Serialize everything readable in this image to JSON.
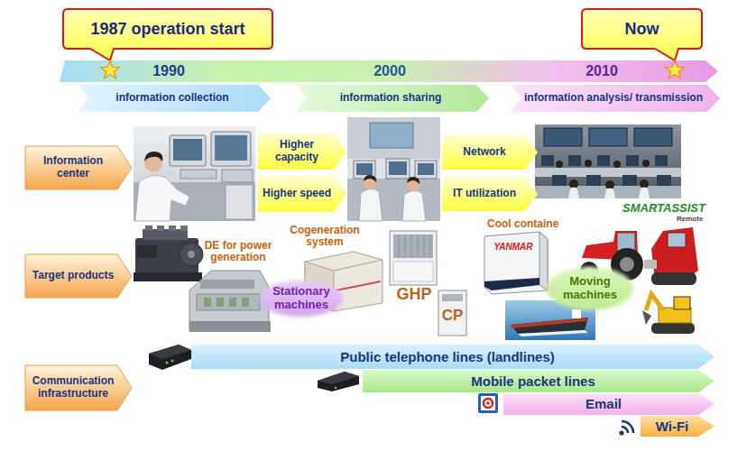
{
  "diagram": {
    "nodes": [
      {
        "text": [
          "1987 operation start"
        ]
      },
      {
        "text": [
          "Now"
        ]
      },
      {
        "text": [
          "1990",
          "2000",
          "2010"
        ]
      },
      {
        "text": [
          "information collection"
        ]
      },
      {
        "text": [
          "information sharing"
        ]
      },
      {
        "text": [
          "information analysis/ transmission"
        ]
      },
      {
        "text": [
          "Information center"
        ]
      },
      {
        "text": [
          "Higher capacity"
        ]
      },
      {
        "text": [
          "Higher speed"
        ]
      },
      {
        "text": [
          "Network"
        ]
      },
      {
        "text": [
          "IT utilization"
        ]
      },
      {
        "text": [
          "Target products"
        ]
      },
      {
        "text": [
          "Stationary machines"
        ]
      },
      {
        "text": [
          "Moving machines"
        ]
      },
      {
        "text": [
          "Communication infrastructure"
        ]
      },
      {
        "text": [
          "Public telephone lines (landlines)"
        ]
      },
      {
        "text": [
          "Mobile packet lines"
        ]
      },
      {
        "text": [
          "Email"
        ]
      },
      {
        "text": [
          "Wi-Fi"
        ]
      }
    ],
    "labels": [
      "DE for power generation",
      "Cogeneration system",
      "GHP",
      "CP",
      "Cool containe",
      "YANMAR",
      "SMARTASSIST",
      "Remote"
    ]
  }
}
